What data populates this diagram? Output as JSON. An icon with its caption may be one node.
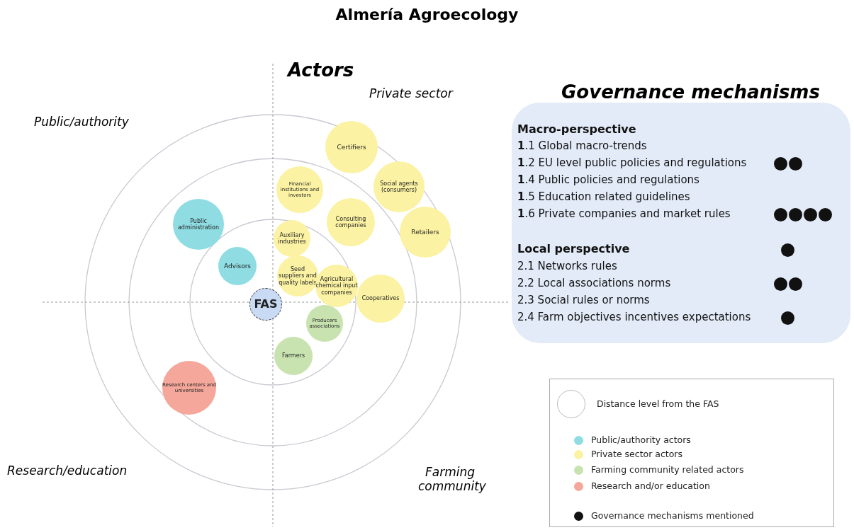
{
  "diagram": {
    "title": "Almería Agroecology",
    "nodes": [
      {
        "text": [
          "FAS"
        ]
      },
      {
        "text": [
          "Public administration"
        ]
      },
      {
        "text": [
          "Advisors"
        ]
      },
      {
        "text": [
          "Certifiers"
        ]
      },
      {
        "text": [
          "Financial institutions and investors"
        ]
      },
      {
        "text": [
          "Social agents (consumers)"
        ]
      },
      {
        "text": [
          "Consulting companies"
        ]
      },
      {
        "text": [
          "Retailers"
        ]
      },
      {
        "text": [
          "Auxiliary industries"
        ]
      },
      {
        "text": [
          "Seed suppliers and quality labels"
        ]
      },
      {
        "text": [
          "Agricultural chemical input companies"
        ]
      },
      {
        "text": [
          "Cooperatives"
        ]
      },
      {
        "text": [
          "Producers associations"
        ]
      },
      {
        "text": [
          "Farmers"
        ]
      },
      {
        "text": [
          "Research centers and universities"
        ]
      },
      {
        "text": [
          "Macro-perspective",
          "**1**.1 Global macro-trends",
          "**1**.2 EU level public policies and regulations",
          "**1**.4 Public policies and regulations",
          "**1**.5 Education related guidelines",
          "**1**.6 Private companies and market rules",
          "Local perspective",
          "2.1 Networks rules",
          "2.2 Local associations norms",
          "2.3 Social rules or norms",
          "2.4 Farm objectives incentives expectations"
        ]
      }
    ],
    "edges": [],
    "labels": [
      "Actors",
      "Governance mechanisms",
      "Private sector",
      "Public/authority",
      "Research/education",
      "Farming community"
    ],
    "legend": [
      {
        "text": "Distance level from the FAS"
      },
      {
        "text": "Public/authority actors",
        "color": "#8fdde3"
      },
      {
        "text": "Private sector actors",
        "color": "#fbf2a3"
      },
      {
        "text": "Farming community related actors",
        "color": "#c8e3b0"
      },
      {
        "text": "Research and/or education",
        "color": "#f4a79a"
      },
      {
        "text": "Governance mechanisms mentioned",
        "color": "#111111"
      }
    ]
  }
}
